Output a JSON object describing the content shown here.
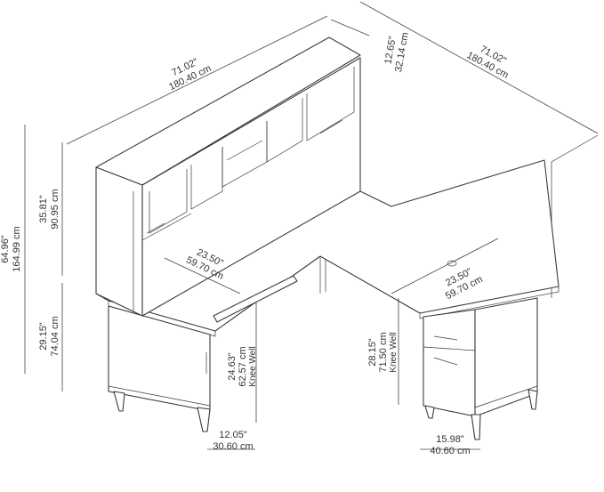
{
  "dimensions": {
    "hutch_width": {
      "in": "71.02\"",
      "cm": "180.40 cm"
    },
    "hutch_depth": {
      "in": "12.65\"",
      "cm": "32.14 cm"
    },
    "return_length": {
      "in": "71.02\"",
      "cm": "180.40 cm"
    },
    "overall_height": {
      "in": "64.96\"",
      "cm": "164.99 cm"
    },
    "hutch_height": {
      "in": "35.81\"",
      "cm": "90.95 cm"
    },
    "desk_height": {
      "in": "29.15\"",
      "cm": "74.04 cm"
    },
    "desk_depth": {
      "in": "23.50\"",
      "cm": "59.70 cm"
    },
    "return_depth": {
      "in": "23.50\"",
      "cm": "59.70 cm"
    },
    "left_knee_well": {
      "in": "24.63\"",
      "cm": "62.57 cm",
      "label": "Knee Well"
    },
    "right_knee_well": {
      "in": "28.15\"",
      "cm": "71.50 cm",
      "label": "Knee Well"
    },
    "left_pedestal_width": {
      "in": "12.05\"",
      "cm": "30.60 cm"
    },
    "right_pedestal_width": {
      "in": "15.98\"",
      "cm": "40.60 cm"
    }
  }
}
